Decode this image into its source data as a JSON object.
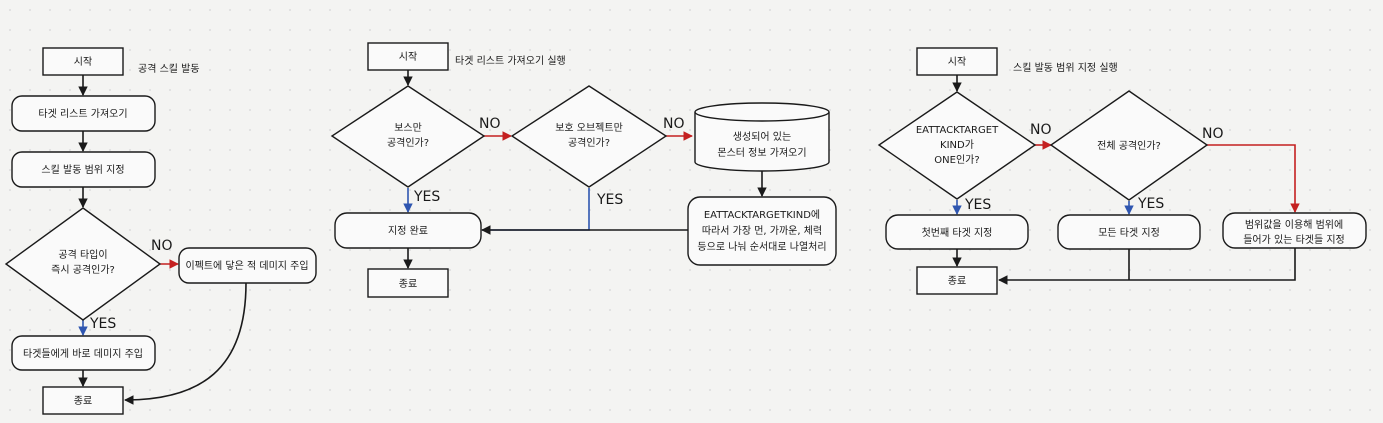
{
  "flow1": {
    "start": "시작",
    "start_note": "공격 스킬 발동",
    "get_targets": "타겟 리스트 가져오기",
    "set_range": "스킬 발동 범위 지정",
    "decision": [
      "공격 타입이",
      "즉시 공격인가?"
    ],
    "no_label": "NO",
    "yes_label": "YES",
    "effect_damage": "이펙트에 닿은 적 데미지 주입",
    "direct_damage": "타겟들에게 바로 데미지 주입",
    "end": "종료"
  },
  "flow2": {
    "start": "시작",
    "start_note": "타겟 리스트 가져오기 실행",
    "decision_boss": [
      "보스만",
      "공격인가?"
    ],
    "no1_label": "NO",
    "decision_protect": [
      "보호 오브젝트만",
      "공격인가?"
    ],
    "no2_label": "NO",
    "yes1_label": "YES",
    "yes2_label": "YES",
    "monster_db": [
      "생성되어 있는",
      "몬스터 정보 가져오기"
    ],
    "sort_box": [
      "EATTACKTARGETKIND에",
      "따라서 가장 먼, 가까운, 체력",
      "등으로 나눠 순서대로 나열처리"
    ],
    "done": "지정 완료",
    "end": "종료"
  },
  "flow3": {
    "start": "시작",
    "start_note": "스킬 발동 범위 지정 실행",
    "decision_kind": [
      "EATTACKTARGET",
      "KIND가",
      "ONE인가?"
    ],
    "no1_label": "NO",
    "decision_all": "전체 공격인가?",
    "no2_label": "NO",
    "yes1_label": "YES",
    "yes2_label": "YES",
    "first_target": "첫번째 타겟 지정",
    "all_targets": "모든 타겟 지정",
    "range_targets": [
      "범위값을 이용해 범위에",
      "들어가 있는 타겟들 지정"
    ],
    "end": "종료"
  },
  "colors": {
    "line": "#1a1a1a",
    "yes_arrow": "#2f56b0",
    "no_arrow": "#c42020"
  }
}
